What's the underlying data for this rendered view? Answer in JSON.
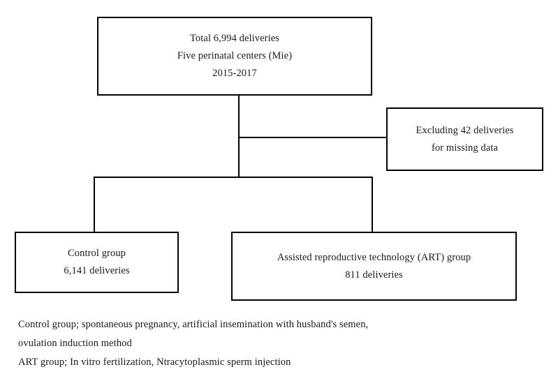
{
  "diagram": {
    "type": "flowchart",
    "title": "Study participant flow diagram",
    "stroke_color": "#000000",
    "background_color": "#ffffff",
    "text_color": "#1a1a1a"
  },
  "nodes": {
    "total": {
      "name": "total-deliveries-box",
      "lines": [
        "Total 6,994 deliveries",
        "Five perinatal centers (Mie)",
        "2015-2017"
      ],
      "count": 6994,
      "period": "2015-2017",
      "centers": 5,
      "region": "Mie"
    },
    "excluded": {
      "name": "excluded-box",
      "lines": [
        "Excluding 42 deliveries",
        "for missing data"
      ],
      "count": 42,
      "reason": "missing data"
    },
    "control": {
      "name": "control-group-box",
      "lines": [
        "Control group",
        "6,141 deliveries"
      ],
      "label": "Control group",
      "count": 6141
    },
    "art": {
      "name": "art-group-box",
      "lines": [
        "Assisted reproductive technology (ART) group",
        "811 deliveries"
      ],
      "label": "Assisted reproductive technology (ART) group",
      "count": 811
    }
  },
  "footnotes": [
    "Control group; spontaneous pregnancy, artificial insemination with husband's semen,",
    "ovulation induction method",
    "ART group; In vitro fertilization, Ntracytoplasmic sperm injection"
  ]
}
